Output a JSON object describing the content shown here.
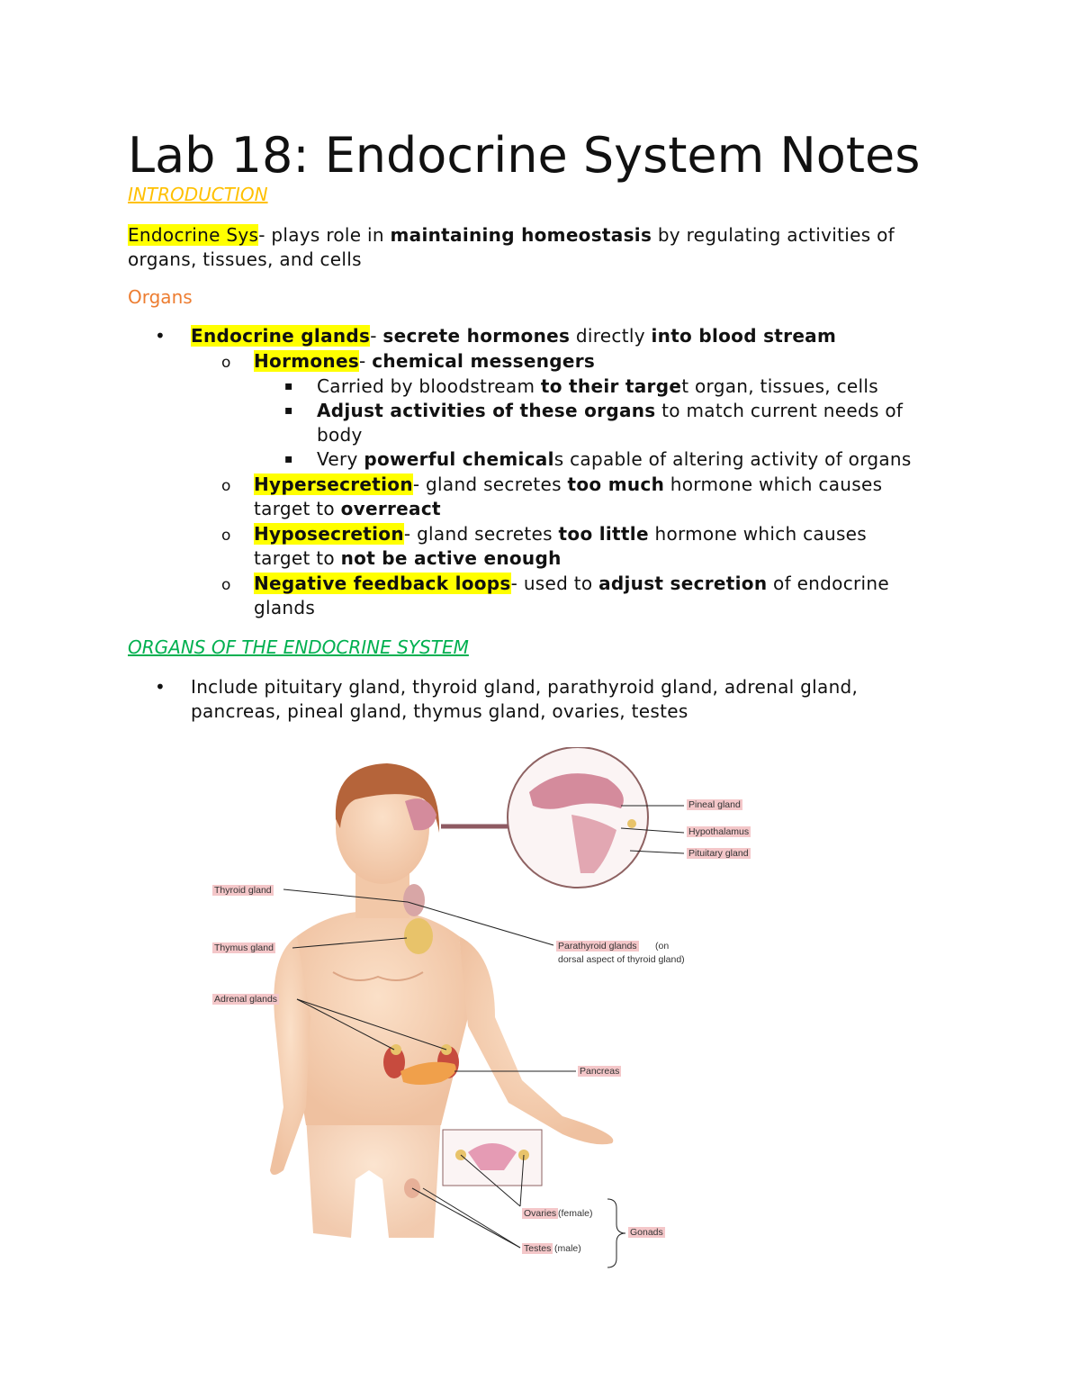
{
  "title": "Lab 18: Endocrine System Notes",
  "intro_heading": "INTRODUCTION",
  "intro": {
    "term": "Endocrine Sys",
    "t1": "- plays role in ",
    "b1": "maintaining homeostasis",
    "t2": " by regulating activities of",
    "line2": "organs, tissues, and cells"
  },
  "organs_heading": "Organs",
  "glands": {
    "term": "Endocrine glands",
    "dash": "- ",
    "b1": "secrete hormones",
    "t1": " directly ",
    "b2": "into blood stream"
  },
  "hormones": {
    "term": "Hormones",
    "dash": "- ",
    "b1": "chemical messengers",
    "sub1": {
      "t1": "Carried by bloodstream ",
      "b1": "to their targe",
      "t2": "t organ, tissues, cells"
    },
    "sub2": {
      "b1": "Adjust activities of these organs",
      "t1": " to match current needs of",
      "line2": "body"
    },
    "sub3": {
      "t1": "Very ",
      "b1": "powerful chemical",
      "t2": "s capable of altering activity of organs"
    }
  },
  "hyper": {
    "term": "Hypersecretion",
    "t1": "- gland secretes ",
    "b1": "too much",
    "t2": " hormone which causes",
    "l2a": "target to ",
    "l2b": "overreact"
  },
  "hypo": {
    "term": "Hyposecretion",
    "t1": "- gland secretes ",
    "b1": "too little",
    "t2": " hormone which causes",
    "l2a": "target to ",
    "l2b": "not be active enough"
  },
  "feedback": {
    "term": "Negative feedback loops",
    "t1": "- used to ",
    "b1": "adjust secretion",
    "t2": " of endocrine",
    "line2": "glands"
  },
  "organs2_heading": "ORGANS OF THE ENDOCRINE SYSTEM",
  "organs2": {
    "line1": "Include pituitary gland, thyroid gland, parathyroid gland, adrenal gland,",
    "line2": "pancreas, pineal gland, thymus gland, ovaries, testes"
  },
  "figure": {
    "labels": {
      "pineal": "Pineal gland",
      "hypothalamus": "Hypothalamus",
      "pituitary": "Pituitary gland",
      "thyroid": "Thyroid gland",
      "thymus": "Thymus gland",
      "parathyroid": "Parathyroid glands",
      "parathyroid_note1": "(on",
      "parathyroid_note2": "dorsal aspect of thyroid gland)",
      "adrenal": "Adrenal glands",
      "pancreas": "Pancreas",
      "ovaries": "Ovaries",
      "ovaries_note": "(female)",
      "testes": "Testes",
      "testes_note": "(male)",
      "gonads": "Gonads"
    },
    "colors": {
      "skin": "#f6d2b3",
      "hair": "#b5643a",
      "brain": "#d48b9c",
      "gland": "#e8c36a",
      "label_bg": "#f4c7c9"
    }
  },
  "bullets": {
    "disc": "•",
    "circle": "o",
    "square": "▪"
  }
}
